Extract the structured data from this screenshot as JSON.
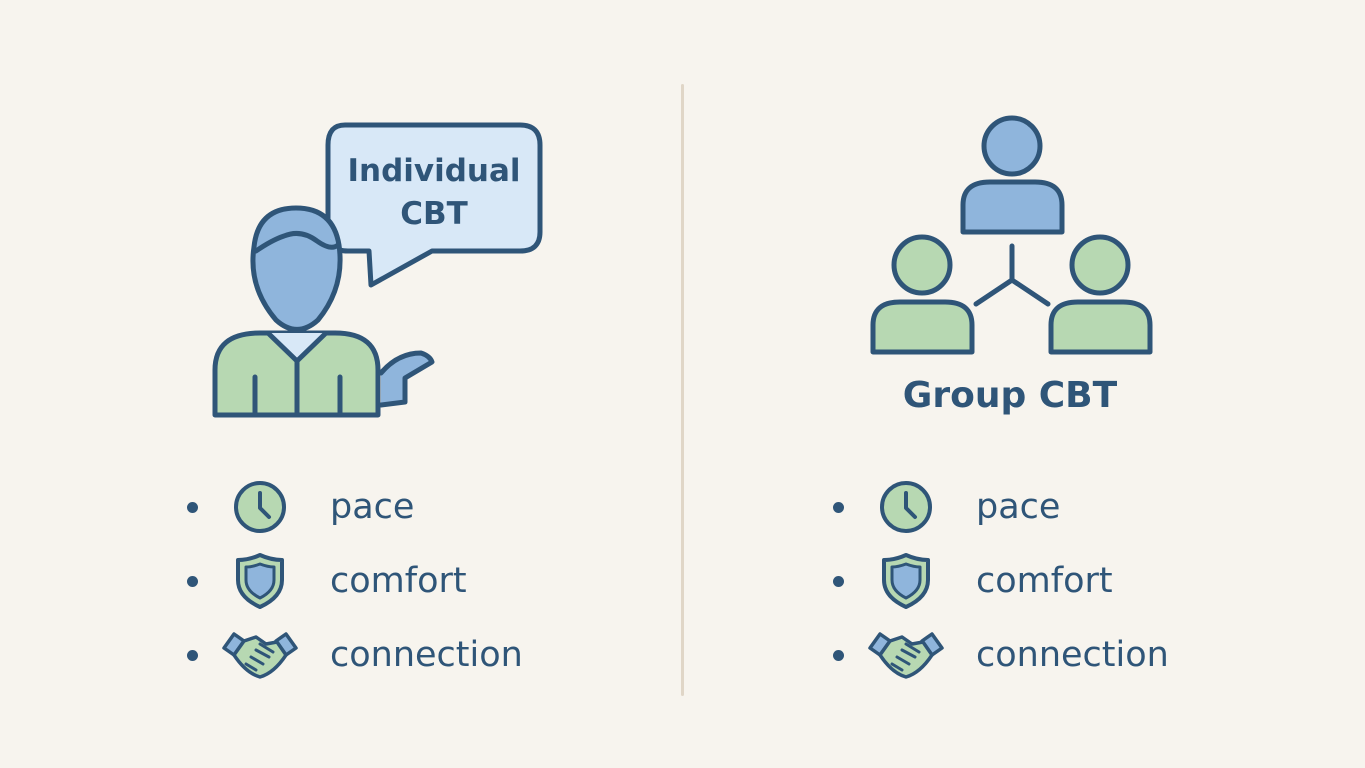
{
  "individual": {
    "bubble_lines": [
      "Individual",
      "CBT"
    ],
    "features": [
      {
        "icon": "clock-icon",
        "label": "pace"
      },
      {
        "icon": "shield-icon",
        "label": "comfort"
      },
      {
        "icon": "handshake-icon",
        "label": "connection"
      }
    ]
  },
  "group": {
    "title": "Group CBT",
    "features": [
      {
        "icon": "clock-icon",
        "label": "pace"
      },
      {
        "icon": "shield-icon",
        "label": "comfort"
      },
      {
        "icon": "handshake-icon",
        "label": "connection"
      }
    ]
  },
  "colors": {
    "background": "#f7f4ee",
    "primary": "#2f5578",
    "blue_fill": "#8fb5dc",
    "green_fill": "#b7d8b2",
    "bubble_fill": "#d8e8f7",
    "divider": "#e0d6c7"
  }
}
